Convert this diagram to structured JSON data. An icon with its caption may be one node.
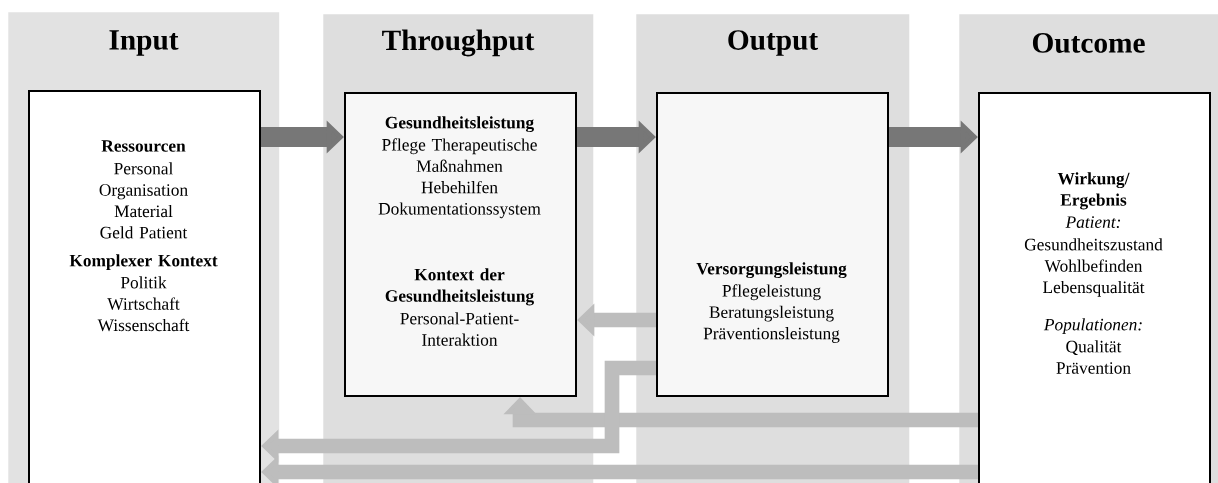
{
  "diagram": {
    "nodes": [
      {
        "text": [
          "Input"
        ]
      },
      {
        "text": [
          "Ressourcen",
          "Personal Organisation Material Geld Patient",
          "Komplexer Kontext",
          "Politik Wirtschaft Wissenschaft"
        ],
        "in": 0
      },
      {
        "text": [
          "Throughput"
        ]
      },
      {
        "text": [
          "Gesundheitsleistung",
          "Pflege Therapeutische Maßnahmen Hebehilfen Dokumentationssystem",
          "Kontext der Gesundheitsleistung",
          "Personal-Patient-Interaktion"
        ],
        "in": 2
      },
      {
        "text": [
          "Output"
        ]
      },
      {
        "text": [
          "Versorgungsleistung",
          "Pflegeleistung Beratungsleistung Präventionsleistung"
        ],
        "in": 4
      },
      {
        "text": [
          "Outcome"
        ]
      },
      {
        "text": [
          "Wirkung/ Ergebnis",
          "Patient:",
          "Gesundheitszustand Wohlbefinden Lebensqualität",
          "Populationen:",
          "Qualität Prävention"
        ],
        "in": 6
      }
    ],
    "edges": [
      {
        "from": 1,
        "to": 3,
        "arrow": "to",
        "color": "#777777"
      },
      {
        "from": 3,
        "to": 5,
        "arrow": "to",
        "color": "#777777"
      },
      {
        "from": 5,
        "to": 7,
        "arrow": "to",
        "color": "#777777"
      },
      {
        "from": 7,
        "to": 1,
        "arrow": "to"
      },
      {
        "from": 7,
        "to": 3,
        "arrow": "to"
      },
      {
        "from": 5,
        "to": 1,
        "arrow": "to"
      },
      {
        "from": 5,
        "to": 3,
        "arrow": "to"
      }
    ]
  }
}
